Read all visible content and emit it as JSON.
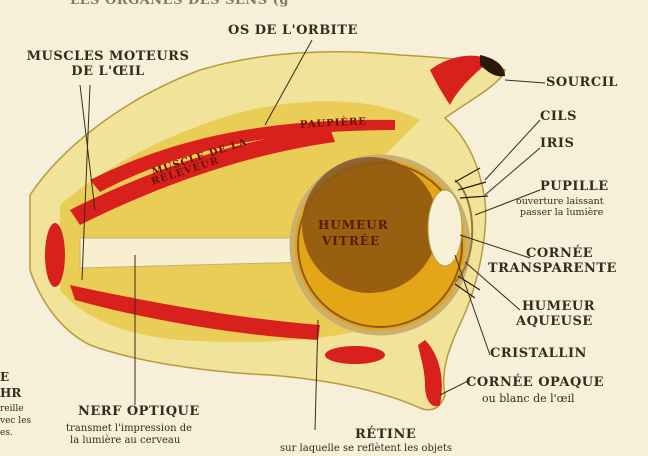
{
  "header_fragment": "LES ORGANES DES SENS (g",
  "labels": {
    "os_orbite": "OS DE L'ORBITE",
    "muscles_l1": "MUSCLES MOTEURS",
    "muscles_l2": "DE L'ŒIL",
    "sourcil": "SOURCIL",
    "cils": "CILS",
    "iris": "IRIS",
    "pupille": "PUPILLE",
    "pupille_desc1": "ouverture laissant",
    "pupille_desc2": "passer la lumière",
    "cornee_l1": "CORNÉE",
    "cornee_l2": "TRANSPARENTE",
    "humeur_aq_l1": "HUMEUR",
    "humeur_aq_l2": "AQUEUSE",
    "cristallin": "CRISTALLIN",
    "cornee_opaque": "CORNÉE OPAQUE",
    "cornee_opaque_desc": "ou blanc de l'œil",
    "nerf": "NERF OPTIQUE",
    "nerf_desc1": "transmet l'impression de",
    "nerf_desc2": "la lumière au cerveau",
    "retine": "RÉTINE",
    "retine_desc": "sur laquelle se reflètent les objets",
    "humeur_vitree_l1": "HUMEUR",
    "humeur_vitree_l2": "VITRÉE",
    "paupiere": "PAUPIÈRE",
    "muscle_upper": "MUSCLE DE LA",
    "muscle_upper2": "RELEVEUR"
  },
  "left_edge": [
    "E",
    "HR",
    "reille",
    "vec les",
    "es."
  ],
  "colors": {
    "bone": "#f2e39a",
    "tissue": "#e9c94a",
    "muscle": "#d8211c",
    "vitreous": "#e4a616",
    "dark": "#3a2a1a"
  }
}
